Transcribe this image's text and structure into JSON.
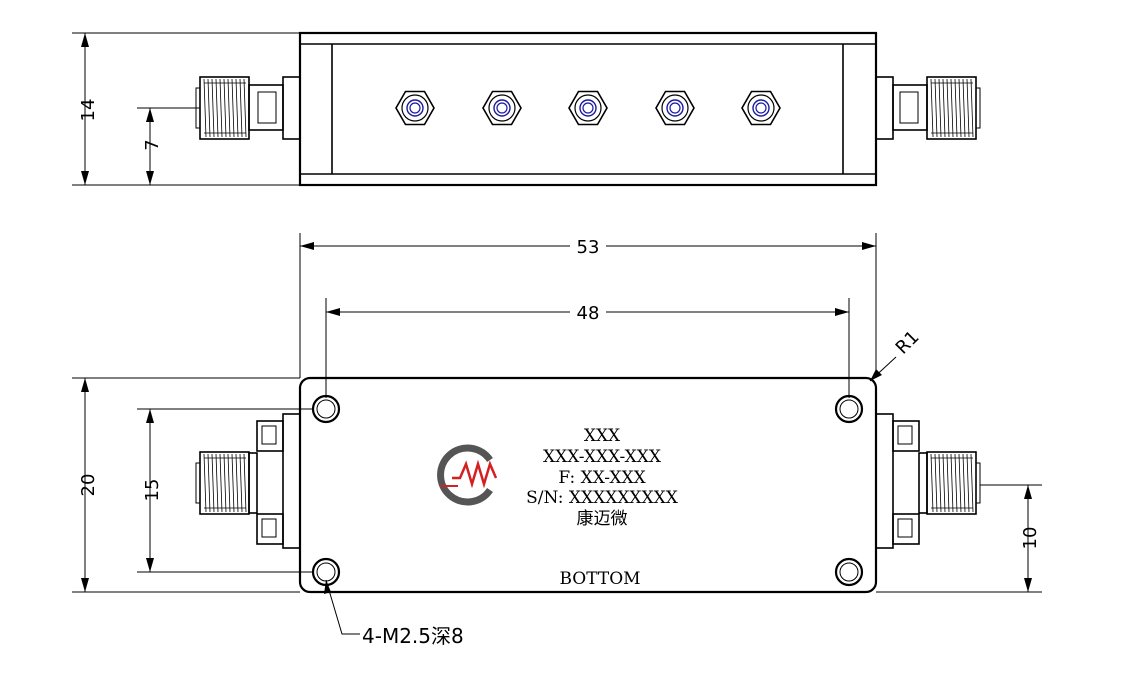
{
  "dimensions": {
    "top_height": "14",
    "top_connector_height": "7",
    "overall_length": "53",
    "hole_spacing_x": "48",
    "corner_radius": "R1",
    "bottom_height": "20",
    "hole_spacing_y": "15",
    "connector_offset": "10"
  },
  "label": {
    "model": "XXX",
    "part_number": "XXX-XXX-XXX",
    "frequency": "F: XX-XXX",
    "serial": "S/N: XXXXXXXXX",
    "company": "康迈微"
  },
  "view_name": "BOTTOM",
  "hole_note": "4-M2.5深8",
  "colors": {
    "logo_gray": "#555555",
    "logo_red": "#d42020",
    "adjust_screw_blue": "#1a1aa0"
  }
}
